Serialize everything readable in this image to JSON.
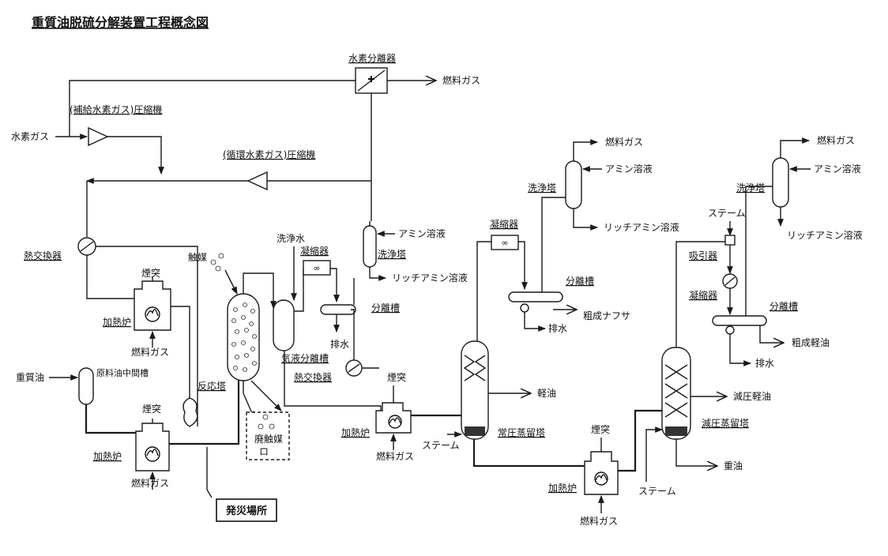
{
  "title": "重質油脱硫分解装置工程概念図",
  "labels": {
    "hydrogen_separator": "水素分離器",
    "fuel_gas": "燃料ガス",
    "makeup_compressor": "(補給水素ガス)圧縮機",
    "hydrogen_gas": "水素ガス",
    "recycle_compressor": "(循環水素ガス)圧縮機",
    "heat_exchanger": "熱交換器",
    "smokestack": "煙突",
    "heater": "加熱炉",
    "heavy_oil": "重質油",
    "feed_tank": "原料油中間槽",
    "catalyst": "触媒",
    "reactor": "反応塔",
    "spent_catalyst": "廃触媒",
    "wash_water": "洗浄水",
    "condenser": "凝縮器",
    "gas_liquid_separator": "気液分離槽",
    "drain_water": "排水",
    "amine_solution": "アミン溶液",
    "scrubber": "洗浄塔",
    "rich_amine": "リッチアミン溶液",
    "separator_drum": "分離槽",
    "crude_naphtha": "粗成ナフサ",
    "atm_distillation": "常圧蒸留塔",
    "steam": "ステーム",
    "light_oil": "軽油",
    "ejector": "吸引器",
    "crude_light_oil": "粗成軽油",
    "vacuum_light_oil": "減圧軽油",
    "vacuum_distillation": "減圧蒸留塔",
    "heavy_oil_product": "重油",
    "disaster_site": "発災場所"
  }
}
